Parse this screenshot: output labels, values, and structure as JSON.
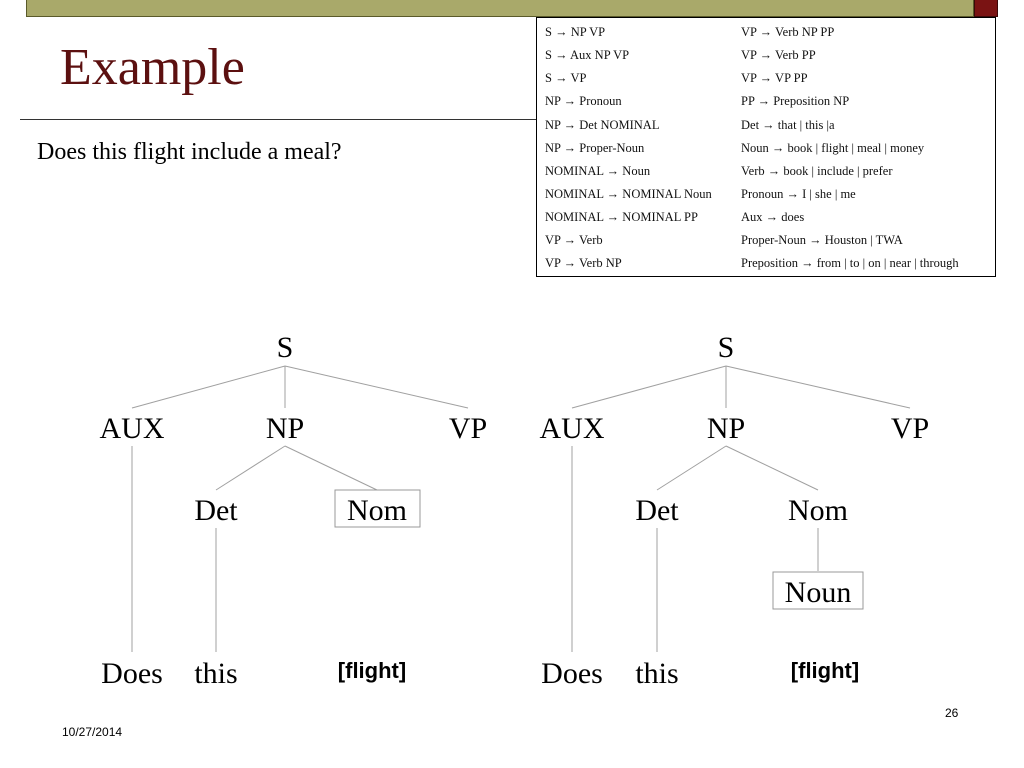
{
  "slide": {
    "title": "Example",
    "question": "Does this flight include a meal?",
    "date": "10/27/2014",
    "page_number": "26"
  },
  "grammar": {
    "left": [
      "S → NP VP",
      "S → Aux NP VP",
      "S → VP",
      "NP → Pronoun",
      "NP → Det NOMINAL",
      "NP → Proper-Noun",
      "NOMINAL → Noun",
      "NOMINAL → NOMINAL Noun",
      "NOMINAL → NOMINAL PP",
      "VP → Verb",
      "VP → Verb NP"
    ],
    "right": [
      "VP → Verb NP PP",
      "VP → Verb PP",
      "VP → VP PP",
      "PP → Preposition NP",
      "Det → that | this |a",
      "Noun → book | flight | meal | money",
      "Verb → book | include | prefer",
      "Pronoun → I | she | me",
      "Aux → does",
      "Proper-Noun → Houston | TWA",
      "Preposition → from | to | on | near | through"
    ]
  },
  "trees": {
    "left": {
      "root": "S",
      "aux": "AUX",
      "np": "NP",
      "vp": "VP",
      "det": "Det",
      "nom": "Nom",
      "word_does": "Does",
      "word_this": "this",
      "word_flight": "[flight]"
    },
    "right": {
      "root": "S",
      "aux": "AUX",
      "np": "NP",
      "vp": "VP",
      "det": "Det",
      "nom": "Nom",
      "noun": "Noun",
      "word_does": "Does",
      "word_this": "this",
      "word_flight": "[flight]"
    }
  }
}
